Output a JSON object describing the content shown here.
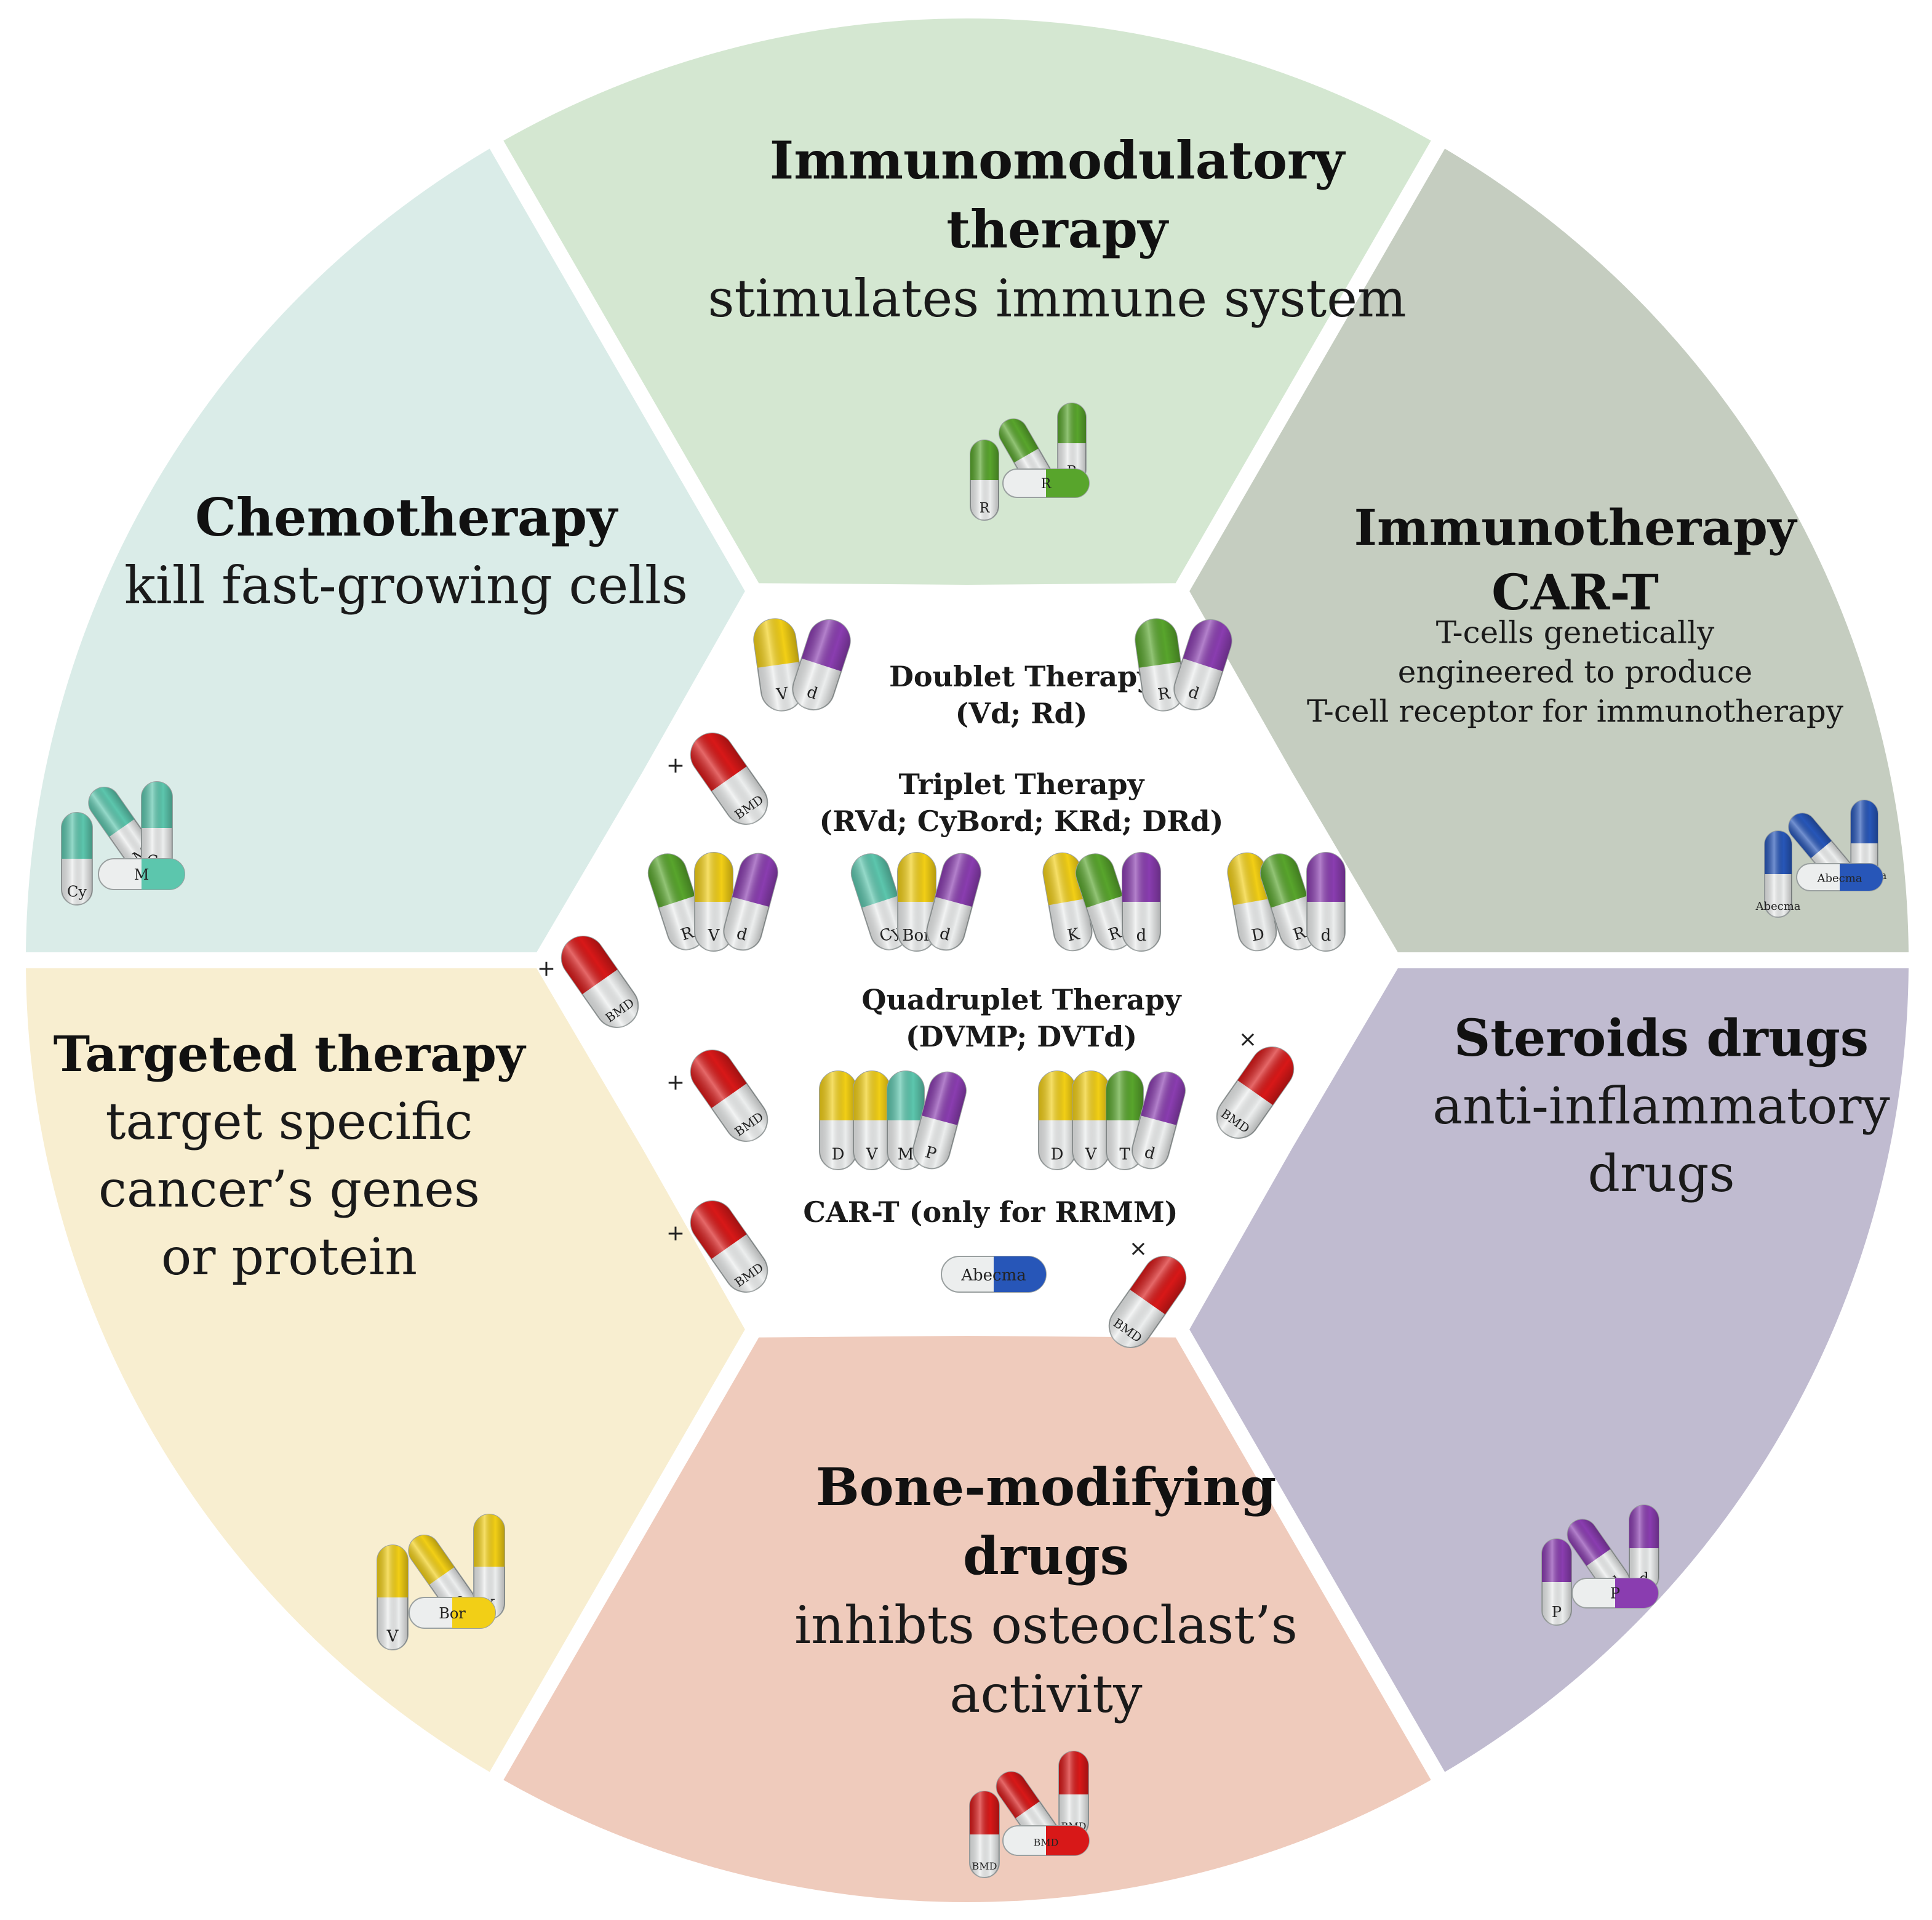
{
  "pill_colors": {
    "yellow": "#f2cf16",
    "purple": "#8a3db0",
    "green": "#58a52c",
    "teal": "#5cc6ad",
    "red": "#d81818",
    "blue": "#2756b8",
    "white": "#eceeee"
  },
  "segments": [
    {
      "id": "immunomodulatory",
      "fill": "#d4e7d1",
      "title_lines": [
        "Immunomodulatory",
        "therapy"
      ],
      "desc_lines": [
        "stimulates immune system"
      ],
      "pill_label": "R",
      "pill_color": "green"
    },
    {
      "id": "immunotherapy",
      "fill": "#c5cdc0",
      "title_lines": [
        "Immunotherapy",
        "CAR-T"
      ],
      "desc_lines": [
        "T-cells genetically",
        "engineered to produce",
        "T-cell receptor for immunotherapy"
      ],
      "pill_label": "Abecma",
      "pill_color": "blue"
    },
    {
      "id": "steroids",
      "fill": "#c0bbd0",
      "title_lines": [
        "Steroids drugs"
      ],
      "desc_lines": [
        "anti-inflammatory",
        "drugs"
      ],
      "pill_label": "P",
      "pill_label2": "d",
      "pill_color": "purple"
    },
    {
      "id": "bone",
      "fill": "#efcbbc",
      "title_lines": [
        "Bone-modifying",
        "drugs"
      ],
      "desc_lines": [
        "inhibts osteoclast’s",
        "activity"
      ],
      "pill_label": "BMD",
      "pill_color": "red"
    },
    {
      "id": "targeted",
      "fill": "#f8eed0",
      "title_lines": [
        "Targeted therapy"
      ],
      "desc_lines": [
        "target specific",
        "cancer’s genes",
        "or protein"
      ],
      "pill_labels": [
        "V",
        "D",
        "K",
        "Bor"
      ],
      "pill_color": "yellow"
    },
    {
      "id": "chemotherapy",
      "fill": "#daece8",
      "title_lines": [
        "Chemotherapy"
      ],
      "desc_lines": [
        "kill fast-growing cells"
      ],
      "pill_labels": [
        "Cy",
        "M",
        "Cy",
        "M"
      ],
      "pill_color": "teal"
    }
  ],
  "center": {
    "doublet": {
      "title": "Doublet Therapy",
      "regimens": "(Vd; Rd)",
      "groups": [
        [
          {
            "label": "V",
            "color": "yellow"
          },
          {
            "label": "d",
            "color": "purple"
          }
        ],
        [
          {
            "label": "R",
            "color": "green"
          },
          {
            "label": "d",
            "color": "purple"
          }
        ]
      ]
    },
    "triplet": {
      "title": "Triplet Therapy",
      "regimens": "(RVd; CyBord; KRd; DRd)",
      "groups": [
        [
          {
            "label": "R",
            "color": "green"
          },
          {
            "label": "V",
            "color": "yellow"
          },
          {
            "label": "d",
            "color": "purple"
          }
        ],
        [
          {
            "label": "Cy",
            "color": "teal"
          },
          {
            "label": "Bor",
            "color": "yellow"
          },
          {
            "label": "d",
            "color": "purple"
          }
        ],
        [
          {
            "label": "K",
            "color": "yellow"
          },
          {
            "label": "R",
            "color": "green"
          },
          {
            "label": "d",
            "color": "purple"
          }
        ],
        [
          {
            "label": "D",
            "color": "yellow"
          },
          {
            "label": "R",
            "color": "green"
          },
          {
            "label": "d",
            "color": "purple"
          }
        ]
      ]
    },
    "quadruplet": {
      "title": "Quadruplet Therapy",
      "regimens": "(DVMP; DVTd)",
      "groups": [
        [
          {
            "label": "D",
            "color": "yellow"
          },
          {
            "label": "V",
            "color": "yellow"
          },
          {
            "label": "M",
            "color": "teal"
          },
          {
            "label": "P",
            "color": "purple"
          }
        ],
        [
          {
            "label": "D",
            "color": "yellow"
          },
          {
            "label": "V",
            "color": "yellow"
          },
          {
            "label": "T",
            "color": "green"
          },
          {
            "label": "d",
            "color": "purple"
          }
        ]
      ]
    },
    "cart": {
      "title": "CAR-T (only for RRMM)",
      "pill_label": "Abecma"
    },
    "bmd_label": "BMD",
    "plus_sign": "+",
    "times_sign": "×"
  }
}
